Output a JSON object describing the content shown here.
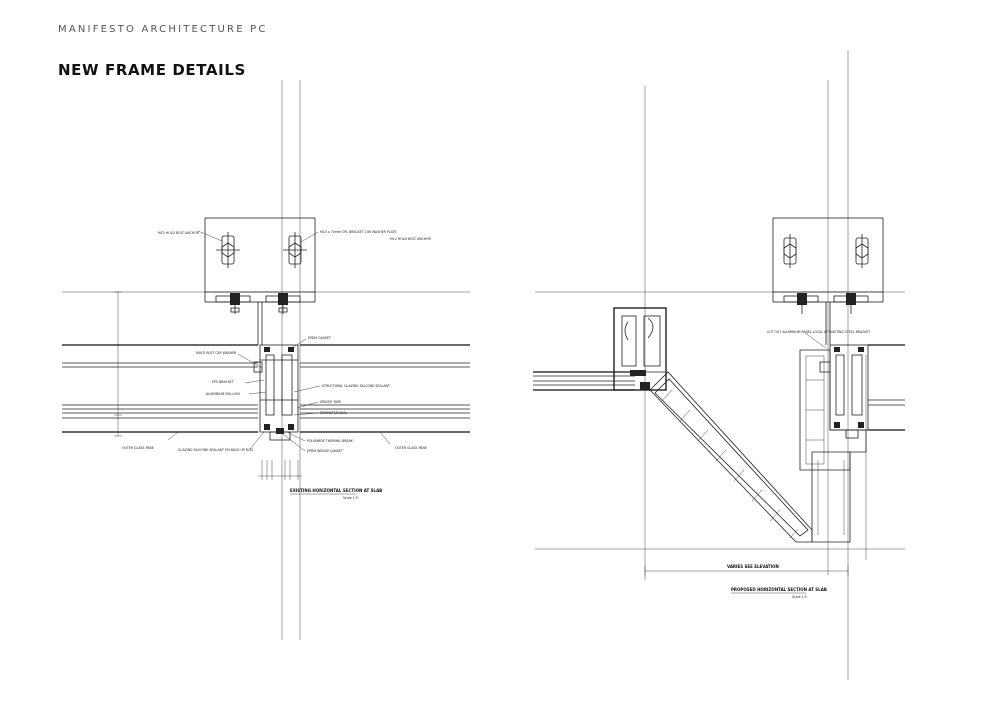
{
  "header": {
    "brand": "MANIFESTO ARCHITECTURE PC",
    "title": "NEW FRAME DETAILS"
  },
  "left_detail": {
    "caption": "EXISTING HORIZONTAL SECTION AT SLAB",
    "scale": "Scale 1:5",
    "labels": [
      "M12 HOLD BOLT ANCHOR",
      "M10 x 70mm CPL BRACKET C/W WASHER PLATE",
      "M12 HOLD BOLT ANCHOR",
      "EPDM GASKET",
      "MULTI BOLT CAP WASHER",
      "EPS BRACKET",
      "ALUMINIUM MULLION",
      "STRUCTURAL GLAZING SILICONE SEALANT",
      "SPACER TAPE",
      "PERIMETER SEAL",
      "GLAZING SILICONE SEALANT ON BACK UP ROD",
      "POLYAMIDE THERMAL BREAK",
      "EPDM WEDGE GASKET",
      "OUTER GLASS PANE",
      "OUTER GLASS PANE"
    ]
  },
  "right_detail": {
    "caption": "PROPOSED HORIZONTAL SECTION AT SLAB",
    "scale": "Scale 1:5",
    "dimension": "VARIES SEE ELEVATION",
    "labels": [
      "CUT OUT ALUMINIUM PANEL LOCAL AT EXISTING STEEL BRACKET"
    ]
  }
}
